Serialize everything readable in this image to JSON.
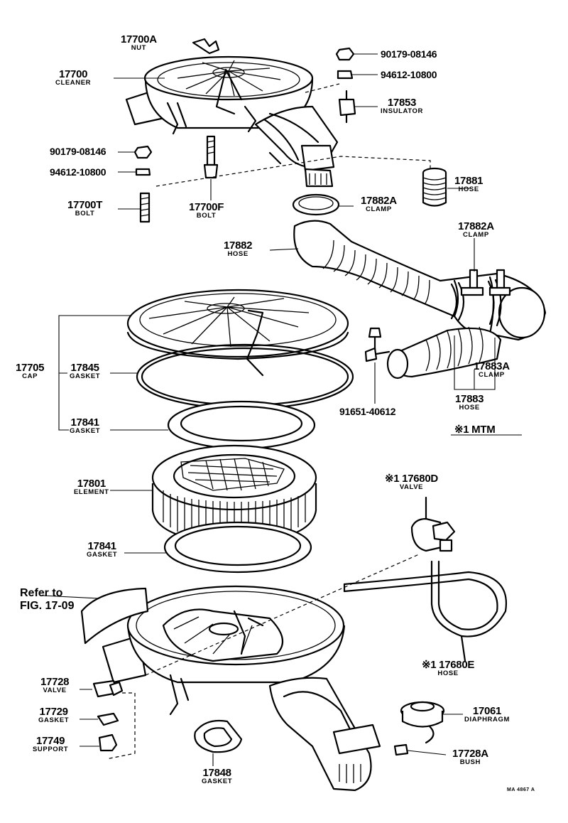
{
  "labels": {
    "p17700a": {
      "num": "17700A",
      "name": "NUT"
    },
    "p17700": {
      "num": "17700",
      "name": "CLEANER"
    },
    "p90179a": {
      "num": "90179-08146"
    },
    "p94612a": {
      "num": "94612-10800"
    },
    "p17853": {
      "num": "17853",
      "name": "INSULATOR"
    },
    "p90179b": {
      "num": "90179-08146"
    },
    "p94612b": {
      "num": "94612-10800"
    },
    "p17881": {
      "num": "17881",
      "name": "HOSE"
    },
    "p17700t": {
      "num": "17700T",
      "name": "BOLT"
    },
    "p17700f": {
      "num": "17700F",
      "name": "BOLT"
    },
    "p17882a_1": {
      "num": "17882A",
      "name": "CLAMP"
    },
    "p17882a_2": {
      "num": "17882A",
      "name": "CLAMP"
    },
    "p17882": {
      "num": "17882",
      "name": "HOSE"
    },
    "p17705": {
      "num": "17705",
      "name": "CAP"
    },
    "p17845": {
      "num": "17845",
      "name": "GASKET"
    },
    "p17883a": {
      "num": "17883A",
      "name": "CLAMP"
    },
    "p17883": {
      "num": "17883",
      "name": "HOSE"
    },
    "p91651": {
      "num": "91651-40612"
    },
    "mtm": {
      "text": "※1 MTM"
    },
    "p17841a": {
      "num": "17841",
      "name": "GASKET"
    },
    "p17801": {
      "num": "17801",
      "name": "ELEMENT"
    },
    "p17680d": {
      "num": "※1 17680D",
      "name": "VALVE"
    },
    "p17841b": {
      "num": "17841",
      "name": "GASKET"
    },
    "refer": {
      "line1": "Refer to",
      "line2": "FIG. 17-09"
    },
    "p17680e": {
      "num": "※1 17680E",
      "name": "HOSE"
    },
    "p17728": {
      "num": "17728",
      "name": "VALVE"
    },
    "p17061": {
      "num": "17061",
      "name": "DIAPHRAGM"
    },
    "p17729": {
      "num": "17729",
      "name": "GASKET"
    },
    "p17749": {
      "num": "17749",
      "name": "SUPPORT"
    },
    "p17728a": {
      "num": "17728A",
      "name": "BUSH"
    },
    "p17848": {
      "num": "17848",
      "name": "GASKET"
    },
    "footer_code": "MA 4867 A"
  }
}
